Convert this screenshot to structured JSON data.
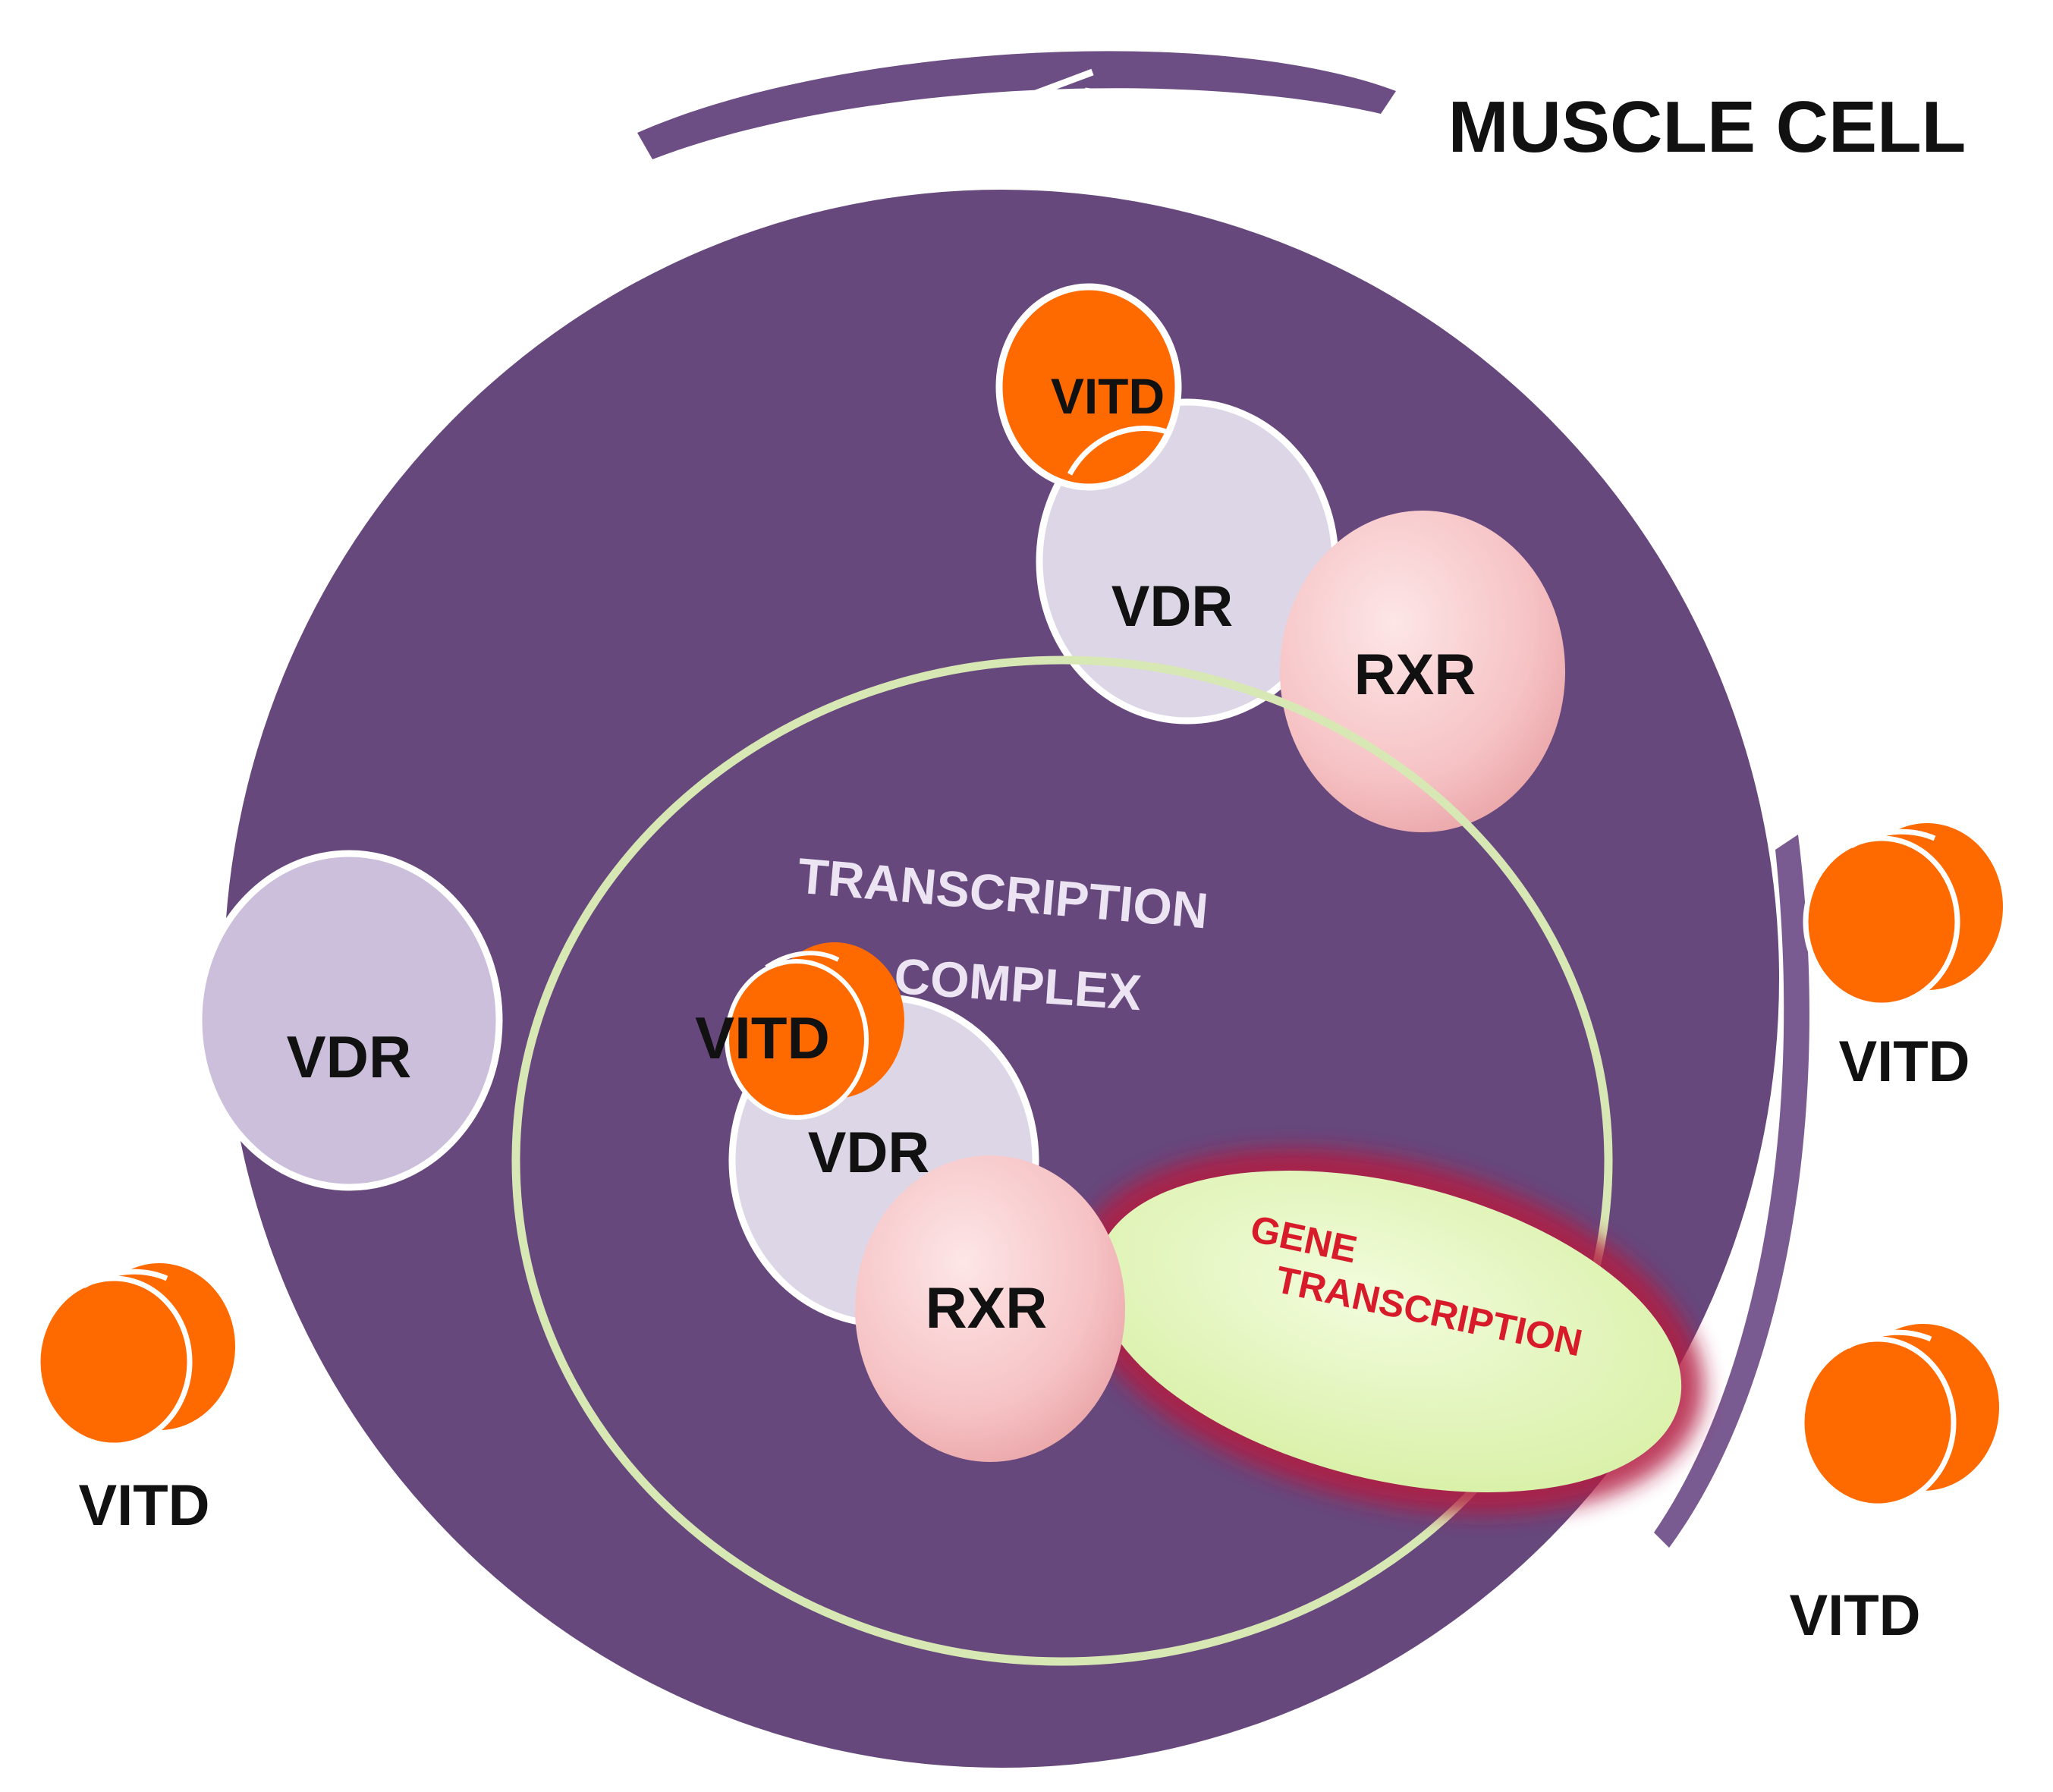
{
  "title": "MUSCLE CELL",
  "nucleus_label": [
    "TRANSCRIPTION",
    "COMPLEX"
  ],
  "gene_label": [
    "GENE",
    "TRANSCRIPTION"
  ],
  "labels": {
    "vitd": "VITD",
    "vdr": "VDR",
    "rxr": "RXR"
  },
  "colors": {
    "cell": "#66487d",
    "vitd": "#ff6a00",
    "vdr": "#ddd6e6",
    "rxr": "#f7c4c6",
    "gene": "#e4f7bf",
    "gene_halo": "#b21f43",
    "nucleus_ring": "#d8e8b4"
  }
}
